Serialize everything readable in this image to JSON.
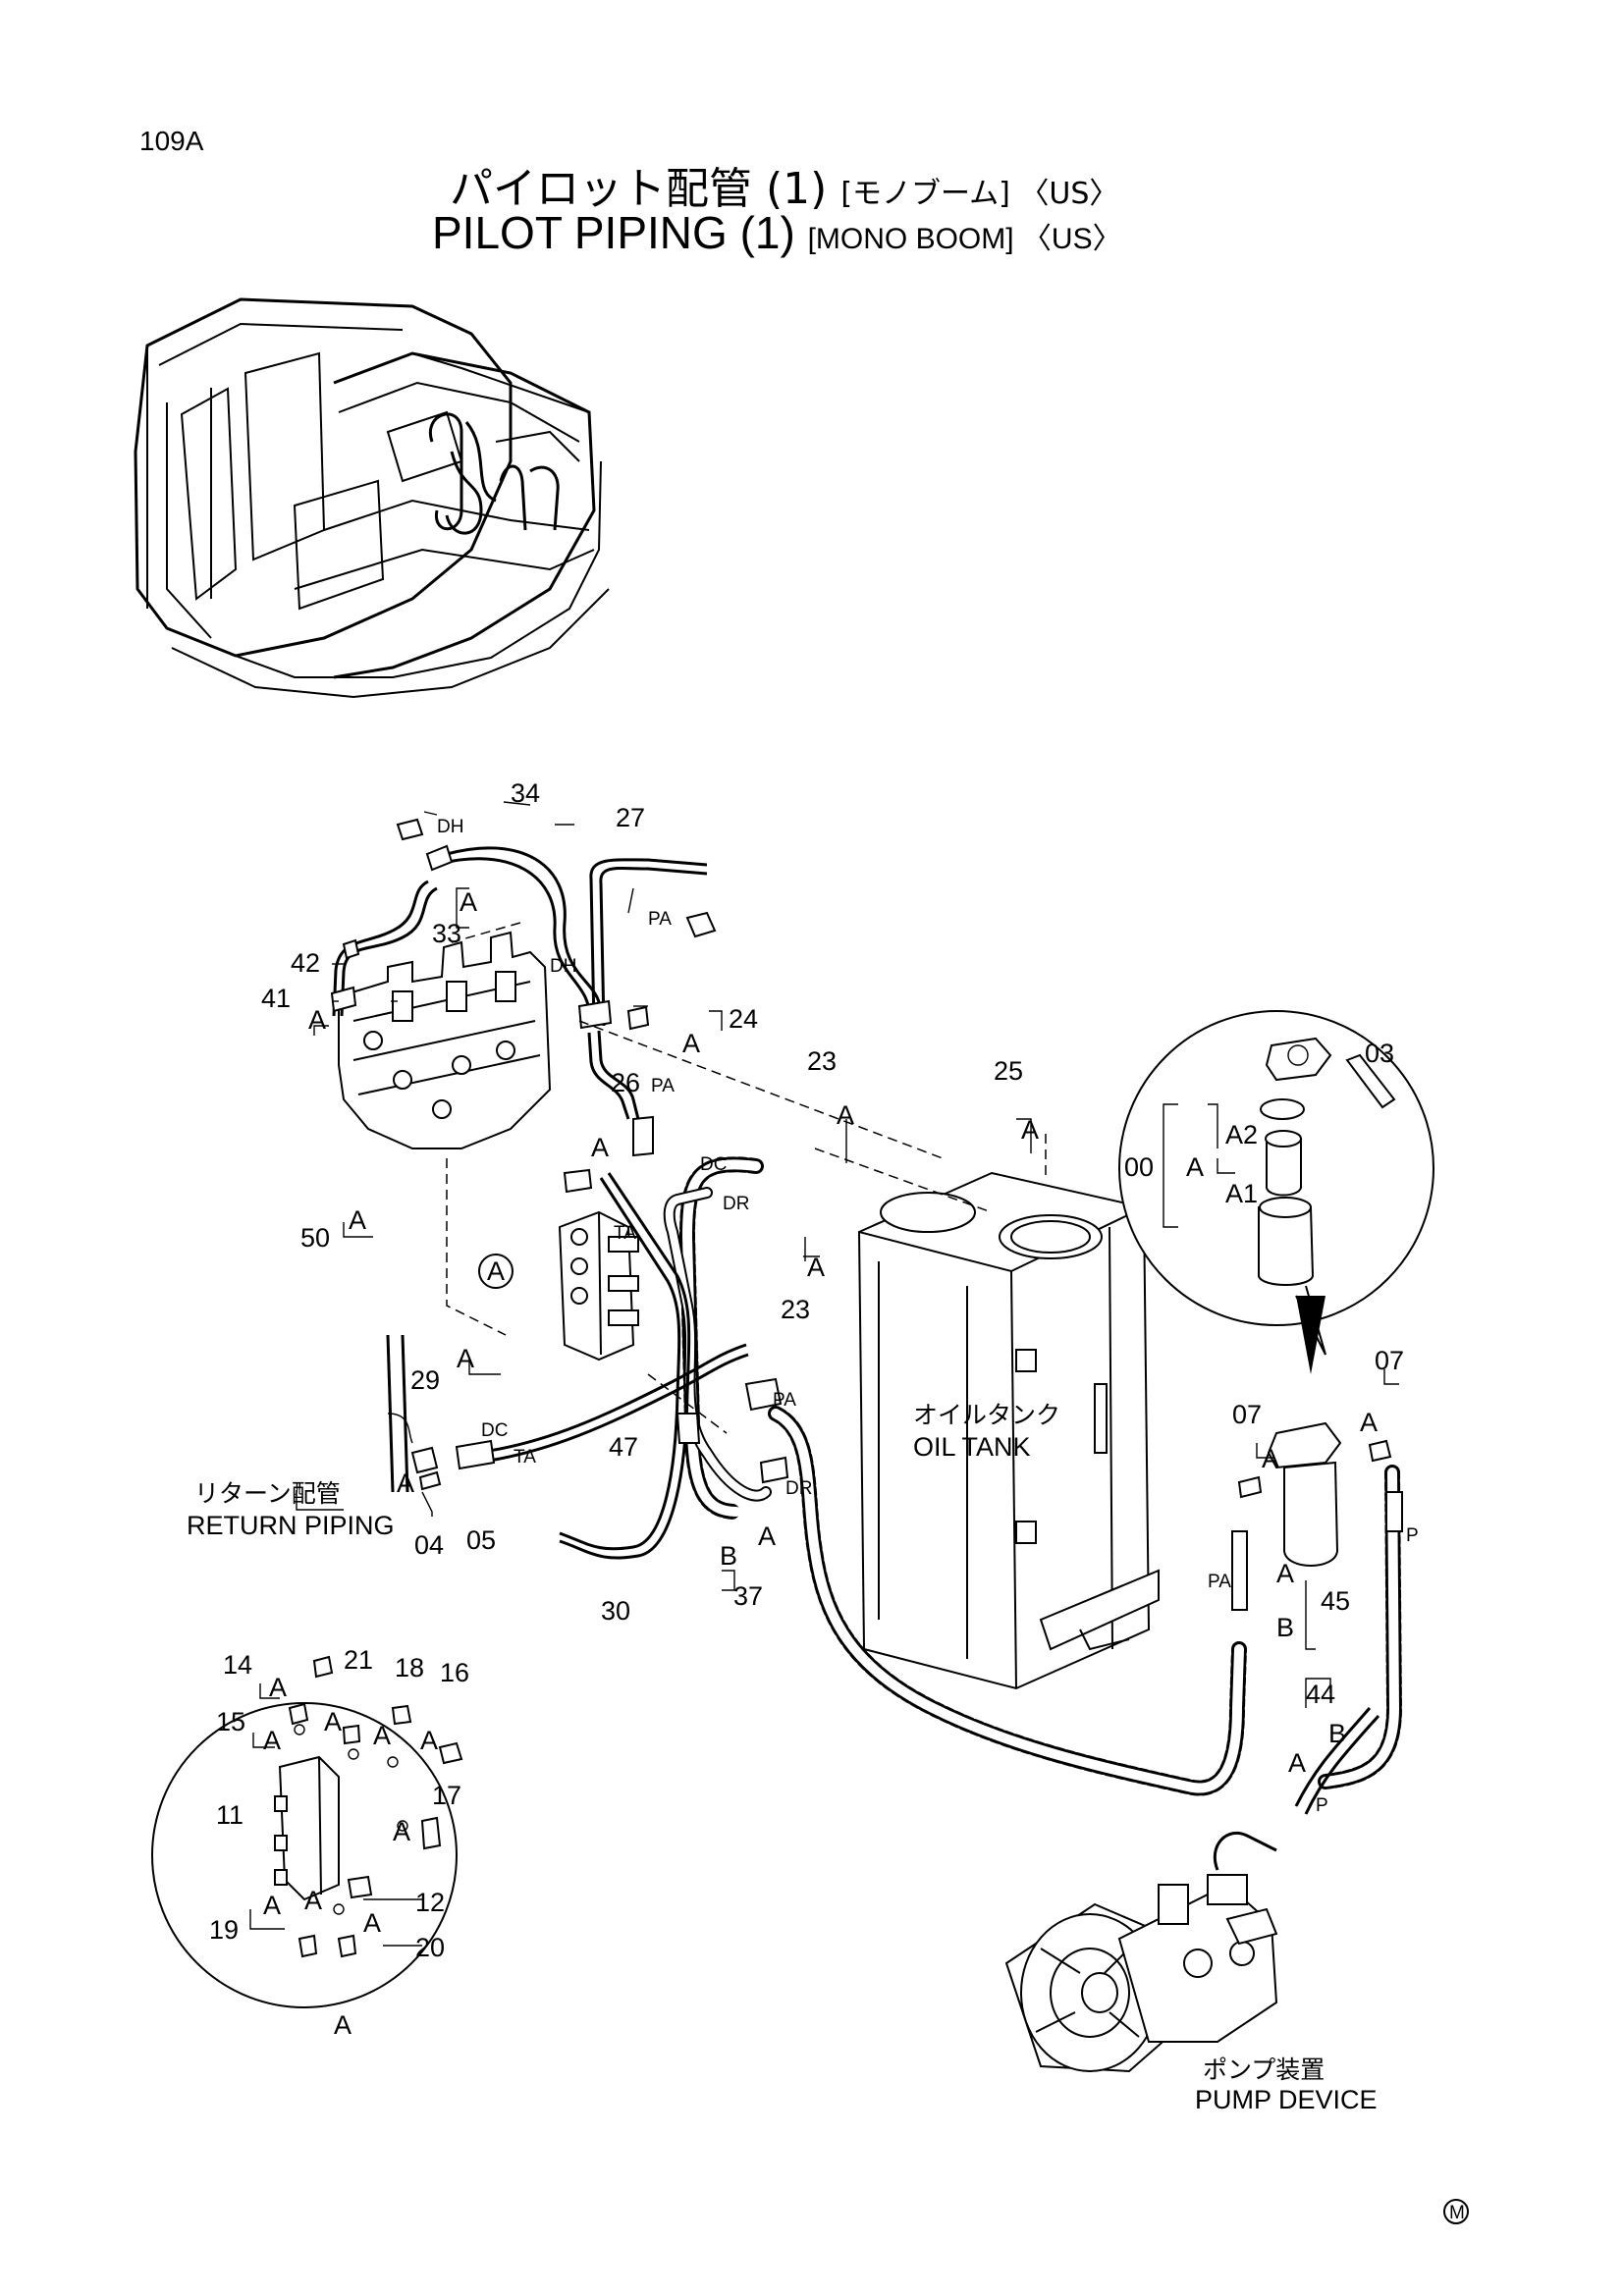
{
  "page_number": "109A",
  "title": {
    "jp_main": "パイロット配管 (1)",
    "jp_sub": "[モノブーム] 〈US〉",
    "en_main": "PILOT PIPING (1)",
    "en_sub": "[MONO BOOM] 〈US〉"
  },
  "part_numbers": {
    "p34": "34",
    "p27": "27",
    "p33": "33",
    "p42": "42",
    "p41": "41",
    "p24": "24",
    "p26": "26",
    "p23a": "23",
    "p23b": "23",
    "p25": "25",
    "p50": "50",
    "p29": "29",
    "p47": "47",
    "p04": "04",
    "p05": "05",
    "p30": "30",
    "p37": "37",
    "p00": "00",
    "p03": "03",
    "p07a": "07",
    "p07b": "07",
    "p45": "45",
    "p44": "44",
    "p14": "14",
    "p21": "21",
    "p18": "18",
    "p16": "16",
    "p15": "15",
    "p17": "17",
    "p11": "11",
    "p12": "12",
    "p19": "19",
    "p20": "20"
  },
  "group_letters": {
    "a": "A",
    "b": "B",
    "a1": "A1",
    "a2": "A2",
    "callout": "A"
  },
  "port_labels": {
    "dh": "DH",
    "pa": "PA",
    "dc": "DC",
    "dr": "DR",
    "ta": "TA",
    "p": "P"
  },
  "component_labels": {
    "oil_tank_jp": "オイルタンク",
    "oil_tank_en": "OIL TANK",
    "return_piping_jp": "リターン配管",
    "return_piping_en": "RETURN PIPING",
    "pump_device_jp": "ポンプ装置",
    "pump_device_en": "PUMP DEVICE"
  },
  "footer_mark": "M"
}
